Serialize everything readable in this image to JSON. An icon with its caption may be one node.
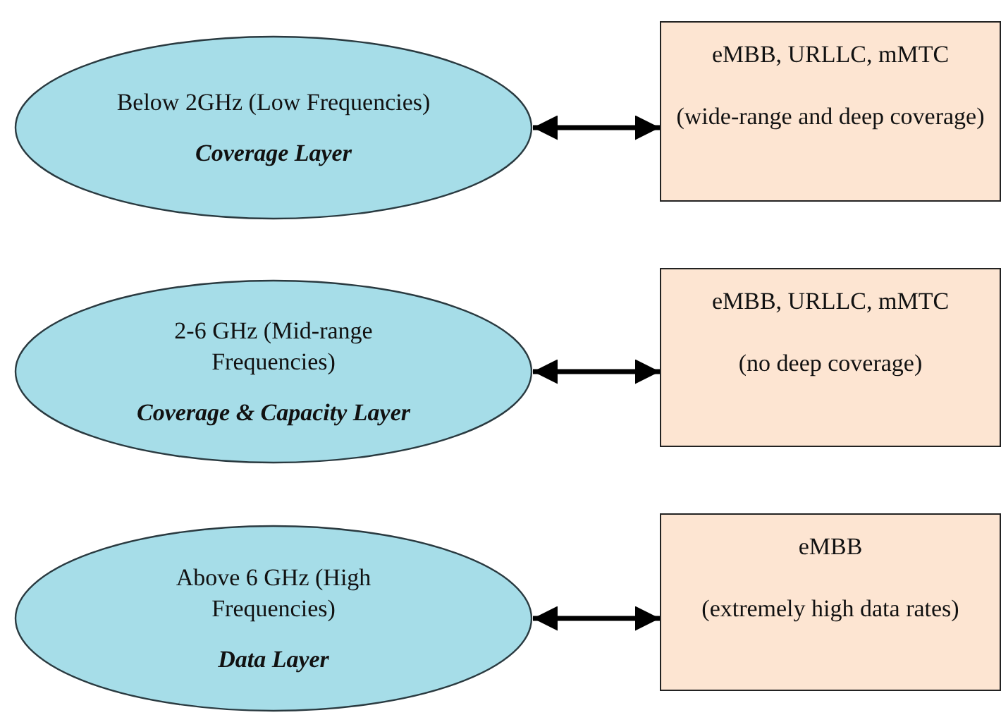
{
  "diagram": {
    "nodes": [
      {
        "text": [
          "Below 2GHz (Low Frequencies)",
          "Coverage Layer"
        ]
      },
      {
        "text": [
          "eMBB, URLLC, mMTC",
          "(wide-range and deep coverage)"
        ]
      },
      {
        "text": [
          "2-6 GHz (Mid-range Frequencies)",
          "Coverage & Capacity Layer"
        ]
      },
      {
        "text": [
          "eMBB, URLLC, mMTC",
          "(no deep coverage)"
        ]
      },
      {
        "text": [
          "Above 6 GHz (High Frequencies)",
          "Data Layer"
        ]
      },
      {
        "text": [
          "eMBB",
          "(extremely high data rates)"
        ]
      }
    ],
    "edges": [
      {
        "from": 0,
        "to": 1,
        "arrow": "both"
      },
      {
        "from": 2,
        "to": 3,
        "arrow": "both"
      },
      {
        "from": 4,
        "to": 5,
        "arrow": "both"
      }
    ]
  }
}
